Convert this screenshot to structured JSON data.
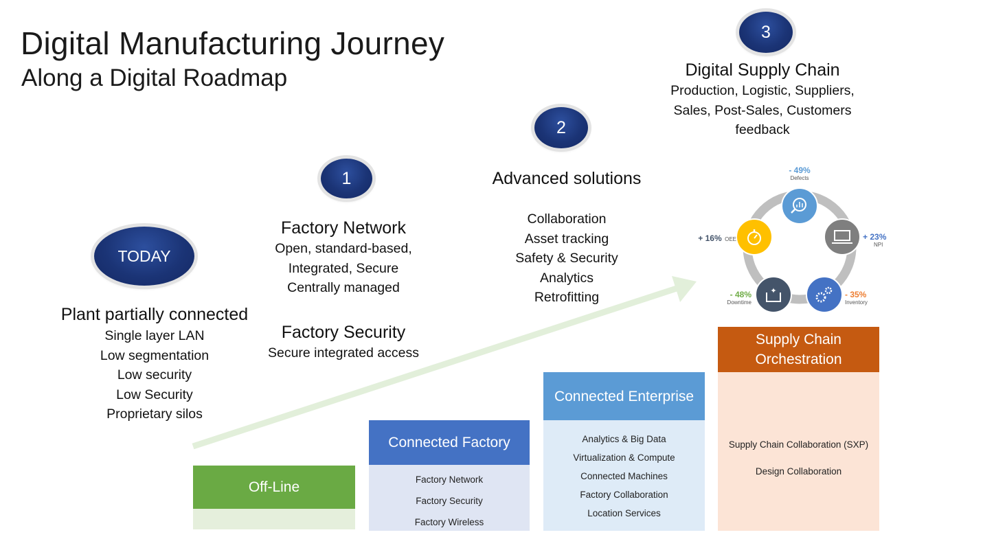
{
  "title": "Digital Manufacturing Journey",
  "subtitle": "Along a Digital Roadmap",
  "colors": {
    "badge": "#1b3476",
    "offline": "#6aaa44",
    "factory": "#4472c4",
    "enterprise": "#5b9bd5",
    "supply": "#c55a11",
    "arrow": "#e2efda"
  },
  "today": {
    "badge": "TODAY",
    "heading": "Plant partially connected",
    "items": [
      "Single layer LAN",
      "Low segmentation",
      "Low security",
      "Low Security",
      "Proprietary silos"
    ]
  },
  "step1": {
    "badge": "1",
    "heading": "Factory Network",
    "items": [
      "Open, standard-based,",
      "Integrated, Secure",
      "Centrally managed"
    ],
    "heading2": "Factory Security",
    "items2": [
      "Secure integrated access"
    ]
  },
  "step2": {
    "badge": "2",
    "heading": "Advanced solutions",
    "items": [
      "Collaboration",
      "Asset tracking",
      "Safety & Security",
      "Analytics",
      "Retrofitting"
    ]
  },
  "step3": {
    "badge": "3",
    "heading": "Digital Supply Chain",
    "items": [
      "Production, Logistic, Suppliers,",
      "Sales, Post-Sales, Customers",
      "feedback"
    ]
  },
  "stages": {
    "offline": {
      "title": "Off-Line",
      "items": []
    },
    "factory": {
      "title": "Connected Factory",
      "items": [
        "Factory Network",
        "Factory Security",
        "Factory Wireless"
      ]
    },
    "enterprise": {
      "title": "Connected Enterprise",
      "items": [
        "Analytics & Big Data",
        "Virtualization & Compute",
        "Connected Machines",
        "Factory Collaboration",
        "Location Services"
      ]
    },
    "supply": {
      "title": "Supply Chain Orchestration",
      "items": [
        "Supply Chain Collaboration (SXP)",
        "Design Collaboration"
      ]
    }
  },
  "kpis": {
    "defects": {
      "value": "- 49%",
      "name": "Defects",
      "color": "#5b9bd5",
      "icon": "magnifier-chart-icon"
    },
    "npi": {
      "value": "+ 23%",
      "name": "NPI",
      "color": "#7f7f7f",
      "icon": "laptop-icon"
    },
    "inventory": {
      "value": "- 35%",
      "name": "Inventory",
      "color": "#4472c4",
      "icon": "gears-icon"
    },
    "downtime": {
      "value": "- 48%",
      "name": "Downtime",
      "color": "#44546a",
      "icon": "box-sparkle-icon"
    },
    "oee": {
      "value": "+ 16%",
      "name": "OEE",
      "color": "#ffc000",
      "icon": "stopwatch-icon"
    },
    "value_colors": {
      "defects": "#5b9bd5",
      "npi": "#4472c4",
      "inventory": "#ed7d31",
      "downtime": "#70ad47",
      "oee": "#44546a"
    }
  }
}
